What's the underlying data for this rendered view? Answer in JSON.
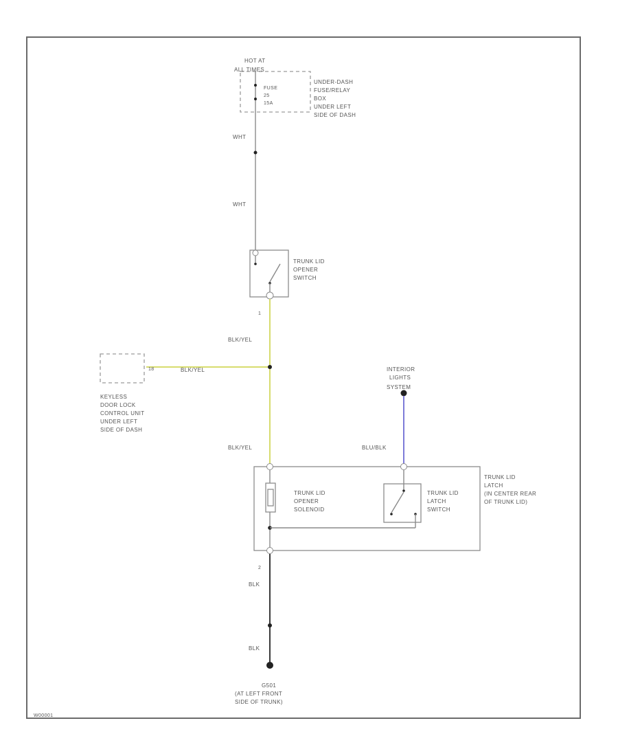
{
  "fuse_source": {
    "hot_label": [
      "HOT AT",
      "ALL TIMES"
    ],
    "fuse_label": [
      "FUSE",
      "25",
      "15A"
    ],
    "box_label": [
      "UNDER-DASH",
      "FUSE/RELAY",
      "BOX",
      "UNDER LEFT",
      "SIDE OF DASH"
    ]
  },
  "wires": {
    "wht_upper": "WHT",
    "wht_lower": "WHT",
    "blk_yel_upper": "BLK/YEL",
    "blk_yel_branch": "BLK/YEL",
    "blk_yel_lower": "BLK/YEL",
    "blu_blk": "BLU/BLK",
    "blk_upper": "BLK",
    "blk_lower": "BLK"
  },
  "colors": {
    "blk_yel": "#d7dc6e",
    "blu_blk": "#7d7ad8",
    "blk": "#333333"
  },
  "components": {
    "opener_switch": {
      "label": [
        "TRUNK LID",
        "OPENER",
        "SWITCH"
      ],
      "pin_bottom": "1"
    },
    "keyless": {
      "label": [
        "KEYLESS",
        "DOOR LOCK",
        "CONTROL UNIT",
        "UNDER LEFT",
        "SIDE OF DASH"
      ],
      "pin": "18"
    },
    "interior_lights": {
      "label": [
        "INTERIOR",
        "LIGHTS",
        "SYSTEM"
      ]
    },
    "latch_assembly": {
      "label": [
        "TRUNK LID",
        "LATCH",
        "(IN CENTER REAR",
        "OF TRUNK LID)"
      ],
      "pin_bottom": "2"
    },
    "opener_solenoid": {
      "label": [
        "TRUNK LID",
        "OPENER",
        "SOLENOID"
      ]
    },
    "latch_switch": {
      "label": [
        "TRUNK LID",
        "LATCH",
        "SWITCH"
      ]
    }
  },
  "ground": {
    "label": [
      "G501",
      "(AT LEFT FRONT",
      "SIDE OF TRUNK)"
    ]
  },
  "diagram_id": "W00001"
}
